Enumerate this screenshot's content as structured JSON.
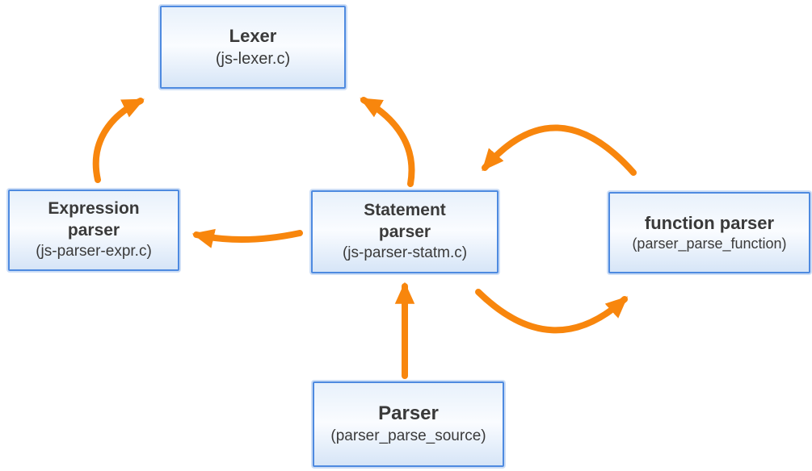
{
  "colors": {
    "arrow": "#F8860D",
    "node_border": "#4E8AE0",
    "node_fill_top": "#E8F1FB",
    "node_fill_bottom": "#D6E5F7",
    "text": "#3A3A3A"
  },
  "nodes": {
    "lexer": {
      "title": "Lexer",
      "subtitle": "(js-lexer.c)"
    },
    "expression_parser": {
      "title": "Expression\nparser",
      "subtitle": "(js-parser-expr.c)"
    },
    "statement_parser": {
      "title": "Statement\nparser",
      "subtitle": "(js-parser-statm.c)"
    },
    "function_parser": {
      "title": "function parser",
      "subtitle": "(parser_parse_function)"
    },
    "parser": {
      "title": "Parser",
      "subtitle": "(parser_parse_source)"
    }
  },
  "edges": [
    {
      "from": "expression_parser",
      "to": "lexer"
    },
    {
      "from": "statement_parser",
      "to": "lexer"
    },
    {
      "from": "statement_parser",
      "to": "expression_parser"
    },
    {
      "from": "statement_parser",
      "to": "function_parser"
    },
    {
      "from": "function_parser",
      "to": "statement_parser"
    },
    {
      "from": "parser",
      "to": "statement_parser"
    }
  ]
}
